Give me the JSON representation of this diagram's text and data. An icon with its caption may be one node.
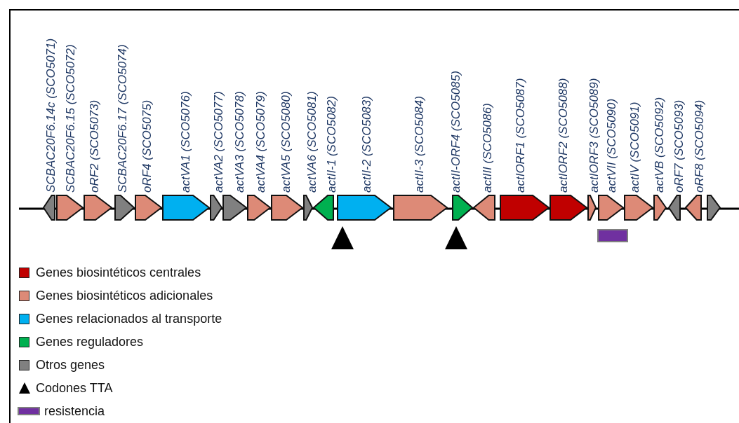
{
  "diagram": {
    "nodes": [
      {
        "text": [
          "SCBAC20F6.14c (SCO5071)"
        ]
      },
      {
        "text": [
          "SCBAC20F6.15 (SCO5072)"
        ]
      },
      {
        "text": [
          "oRF2 (SCO5073)"
        ]
      },
      {
        "text": [
          "SCBAC20F6.17 (SCO5074)"
        ]
      },
      {
        "text": [
          "oRF4 (SCO5075)"
        ]
      },
      {
        "text": [
          "actVA1 (SCO5076)"
        ]
      },
      {
        "text": [
          "actVA2 (SCO5077)"
        ]
      },
      {
        "text": [
          "actVA3 (SCO5078)"
        ]
      },
      {
        "text": [
          "actVA4 (SCO5079)"
        ]
      },
      {
        "text": [
          "actVA5 (SCO5080)"
        ]
      },
      {
        "text": [
          "actVA6 (SCO5081)"
        ]
      },
      {
        "text": [
          "actII-1 (SCO5082)"
        ]
      },
      {
        "text": [
          "actII-2 (SCO5083)"
        ]
      },
      {
        "text": [
          "actII-3 (SCO5084)"
        ]
      },
      {
        "text": [
          "actII-ORF4 (SCO5085)"
        ]
      },
      {
        "text": [
          "actIII (SCO5086)"
        ]
      },
      {
        "text": [
          "actIORF1 (SCO5087)"
        ]
      },
      {
        "text": [
          "actIORF2 (SCO5088)"
        ]
      },
      {
        "text": [
          "actIORF3 (SCO5089)"
        ]
      },
      {
        "text": [
          "actVII (SCO5090)"
        ]
      },
      {
        "text": [
          "actIV (SCO5091)"
        ]
      },
      {
        "text": [
          "actVB (SCO5092)"
        ]
      },
      {
        "text": [
          "oRF7 (SCO5093)"
        ]
      },
      {
        "text": [
          "oRF8 (SCO5094)"
        ]
      },
      {
        "text": [],
        "shape": "arrow"
      }
    ],
    "legend": [
      {
        "text": "Genes biosintéticos centrales",
        "color": "#c00000"
      },
      {
        "text": "Genes biosintéticos adicionales",
        "color": "#dd8a77"
      },
      {
        "text": "Genes relacionados al transporte",
        "color": "#00b0f0"
      },
      {
        "text": "Genes reguladores",
        "color": "#00b050"
      },
      {
        "text": "Otros genes",
        "color": "#808080"
      },
      {
        "text": "Codones TTA"
      },
      {
        "text": "resistencia",
        "color": "#7030a0"
      }
    ]
  }
}
